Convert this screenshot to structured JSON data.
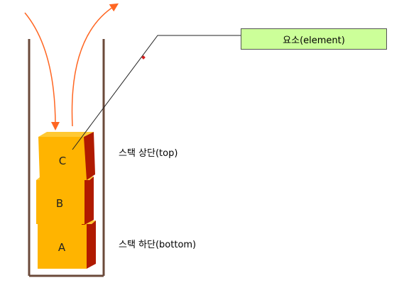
{
  "callout": {
    "label": "요소(element)"
  },
  "stack": {
    "blocks": [
      "A",
      "B",
      "C"
    ],
    "top_label": "스택 상단(top)",
    "bottom_label": "스택 하단(bottom)"
  },
  "colors": {
    "block_face": "#ffb400",
    "block_side": "#b01a00",
    "container": "#6b4a3a",
    "arrow": "#ff6622",
    "callout_bg": "#ccff99"
  },
  "icons": [
    "push-arrow-icon",
    "pop-arrow-icon"
  ]
}
